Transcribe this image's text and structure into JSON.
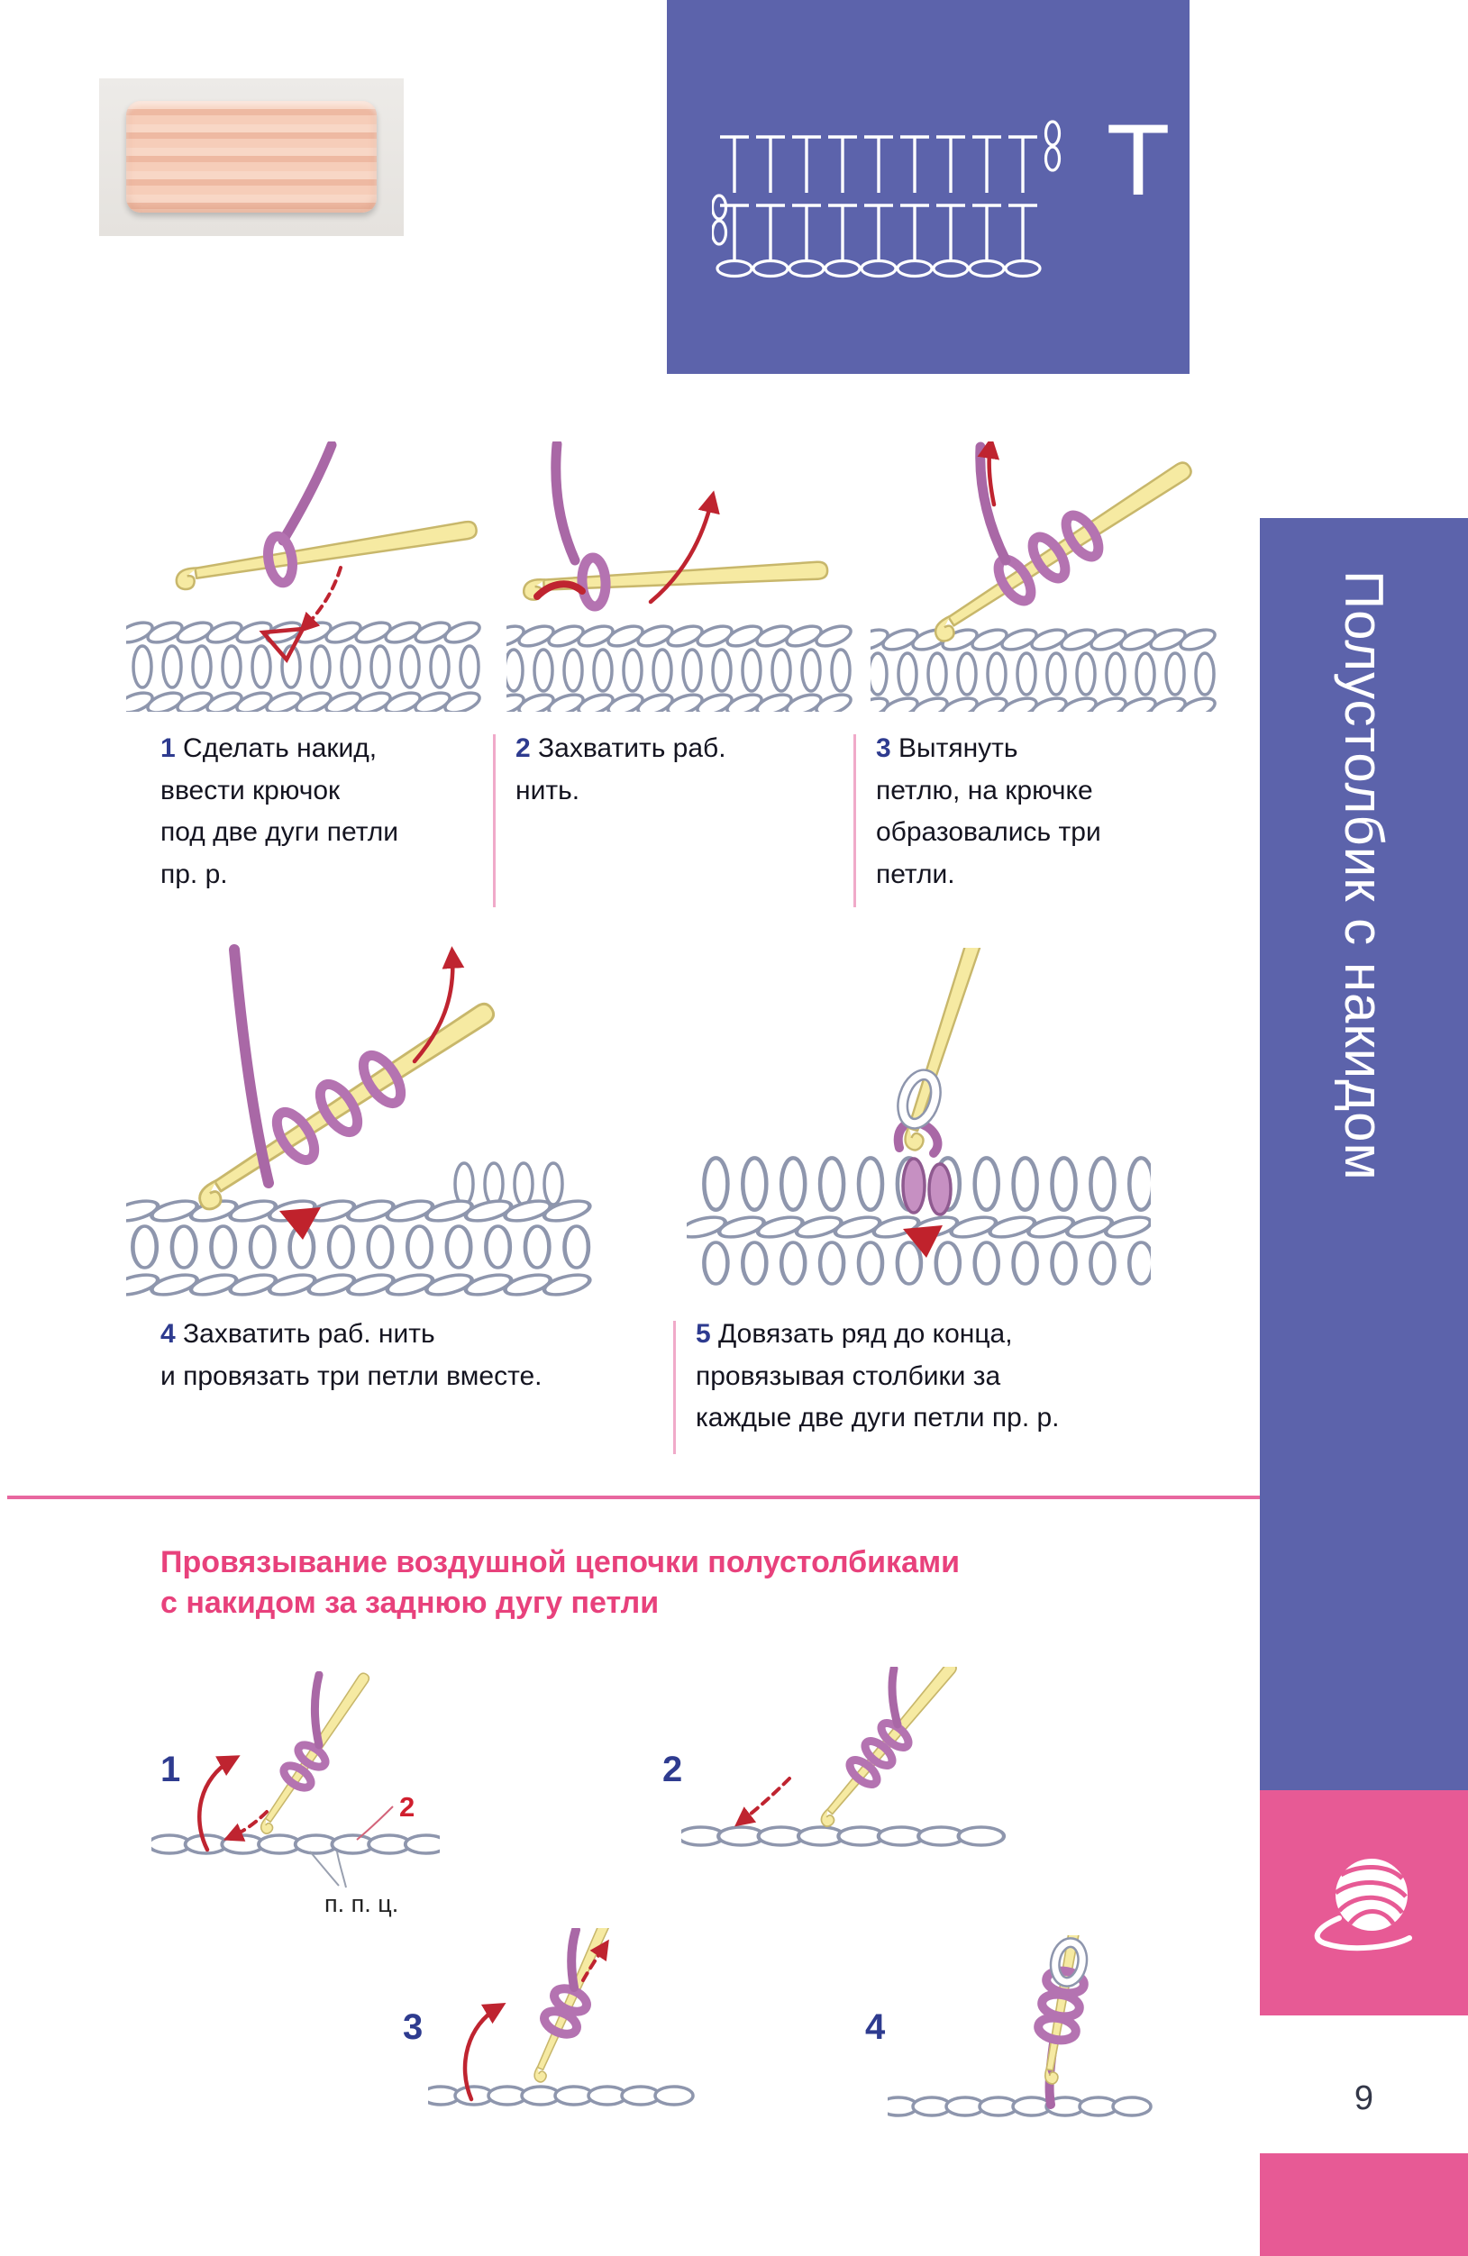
{
  "page": {
    "number": "9"
  },
  "sidebar": {
    "title": "Полустолбик с накидом"
  },
  "chart": {
    "symbol": "T"
  },
  "colors": {
    "sidebar_blue": "#5c63ab",
    "accent_pink": "#e8417c",
    "sidebar_pink": "#e75a95",
    "step_number_blue": "#2e3b8f",
    "annotation_red": "#d01f2e"
  },
  "steps": [
    {
      "num": "1",
      "text": "Сделать накид,\nввести крючок\nпод две дуги петли\nпр. р."
    },
    {
      "num": "2",
      "text": "Захватить раб.\nнить."
    },
    {
      "num": "3",
      "text": "Вытянуть\nпетлю, на крючке\nобразовались три\nпетли."
    },
    {
      "num": "4",
      "text": "Захватить раб. нить\nи провязать три петли вместе."
    },
    {
      "num": "5",
      "text": "Довязать ряд до конца,\nпровязывая столбики за\nкаждые две дуги петли пр. р."
    }
  ],
  "section2": {
    "heading": "Провязывание воздушной цепочки полустолбиками\nс накидом за заднюю дугу петли",
    "steps": [
      "1",
      "2",
      "3",
      "4"
    ],
    "red_label": "2",
    "chain_label": "п. п. ц."
  }
}
